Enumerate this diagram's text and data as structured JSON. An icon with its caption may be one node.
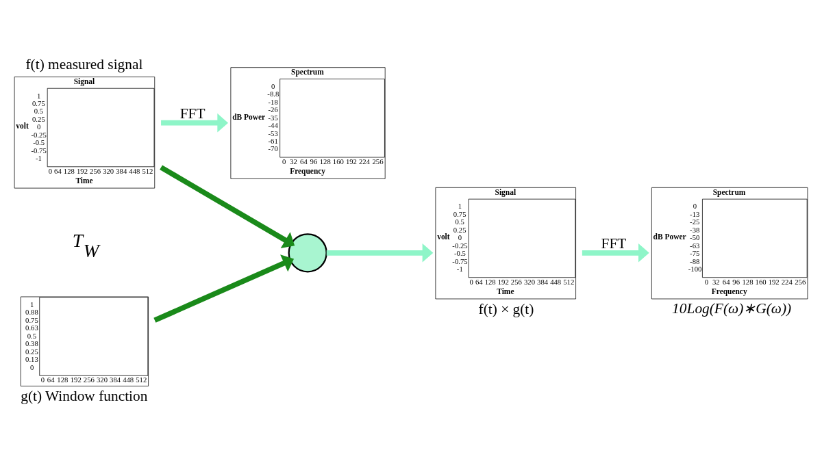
{
  "diagram": {
    "nodes": [
      {
        "text": [
          "Signal",
          "volt",
          "Time",
          "1",
          "0.75",
          "0.5",
          "0.25",
          "0",
          "-0.25",
          "-0.5",
          "-0.75",
          "-1",
          "0",
          "64",
          "128",
          "192",
          "256",
          "320",
          "384",
          "448",
          "512"
        ],
        "beside": [
          "f(t) measured signal"
        ]
      },
      {
        "text": [
          "1",
          "0.88",
          "0.75",
          "0.63",
          "0.5",
          "0.38",
          "0.25",
          "0.13",
          "0",
          "0",
          "64",
          "128",
          "192",
          "256",
          "320",
          "384",
          "448",
          "512"
        ],
        "beside": [
          "g(t) Window function"
        ]
      },
      {
        "text": [],
        "shape": "circle"
      },
      {
        "text": [
          "Signal",
          "volt",
          "Time",
          "1",
          "0.75",
          "0.5",
          "0.25",
          "0",
          "-0.25",
          "-0.5",
          "-0.75",
          "-1",
          "0",
          "64",
          "128",
          "192",
          "256",
          "320",
          "384",
          "448",
          "512"
        ],
        "beside": [
          "f(t) × g(t)"
        ]
      },
      {
        "text": [
          "Spectrum",
          "dB Power",
          "Frequency",
          "0",
          "-8.8",
          "-18",
          "-26",
          "-35",
          "-44",
          "-53",
          "-61",
          "-70",
          "0",
          "32",
          "64",
          "96",
          "128",
          "160",
          "192",
          "224",
          "256"
        ]
      },
      {
        "text": [
          "Spectrum",
          "dB Power",
          "Frequency",
          "0",
          "-13",
          "-25",
          "-38",
          "-50",
          "-63",
          "-75",
          "-88",
          "-100",
          "0",
          "32",
          "64",
          "96",
          "128",
          "160",
          "192",
          "224",
          "256"
        ],
        "beside": [
          "10Log(F(ω)∗G(ω))"
        ]
      }
    ],
    "edges": [
      {
        "from": 0,
        "to": 2,
        "arrow": "to",
        "color": "#1a8a1a"
      },
      {
        "from": 1,
        "to": 2,
        "arrow": "to",
        "color": "#1a8a1a"
      },
      {
        "from": 2,
        "to": 3,
        "arrow": "to",
        "color": "#8ef5c8"
      },
      {
        "from": 0,
        "to": 4,
        "label": "FFT",
        "arrow": "to",
        "color": "#8ef5c8"
      },
      {
        "from": 3,
        "to": 5,
        "label": "FFT",
        "arrow": "to",
        "color": "#8ef5c8"
      }
    ],
    "labels": [
      "T$_{W}$"
    ]
  }
}
